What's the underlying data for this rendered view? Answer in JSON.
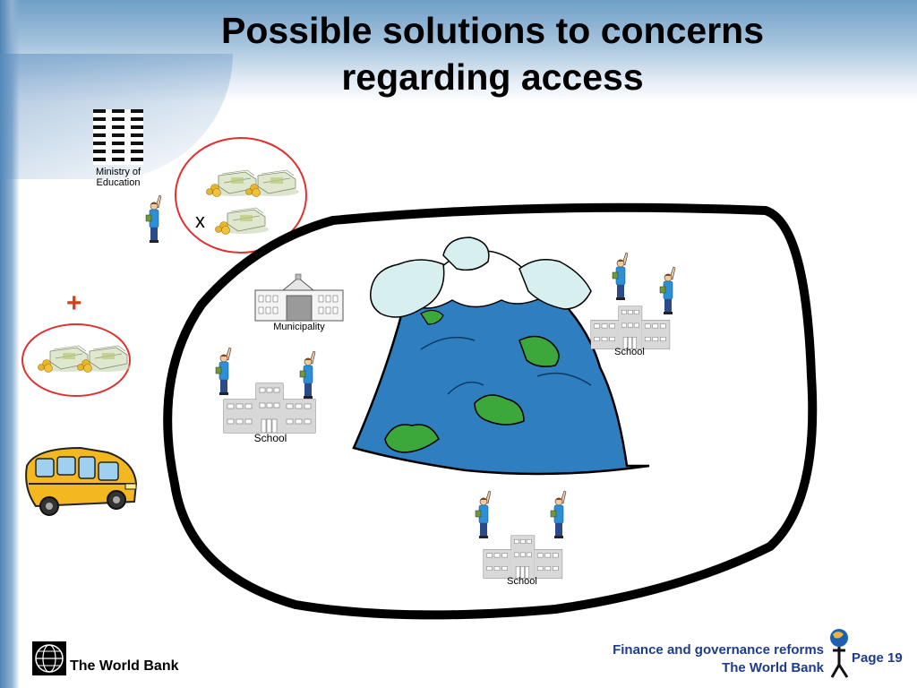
{
  "slide": {
    "title_line1": "Possible solutions to concerns",
    "title_line2": "regarding access"
  },
  "labels": {
    "ministry_line1": "Ministry of",
    "ministry_line2": "Education",
    "municipality": "Municipality",
    "school_1": "School",
    "school_2": "School",
    "school_3": "School",
    "multiply": "x",
    "plus": "+"
  },
  "footer": {
    "org_name": "The World Bank",
    "report_line1": "Finance and governance reforms",
    "report_line2": "The World Bank",
    "page": "Page 19"
  },
  "icons": [
    "ministry-building-icon",
    "money-stack-icon",
    "student-icon",
    "municipality-building-icon",
    "school-building-icon",
    "mountain-icon",
    "school-bus-icon",
    "world-bank-logo-icon",
    "globe-person-icon"
  ],
  "colors": {
    "accent": "#1e3c8c",
    "plus": "#d0421b",
    "circle": "#e03131",
    "mountain": "#2f7fc0"
  }
}
